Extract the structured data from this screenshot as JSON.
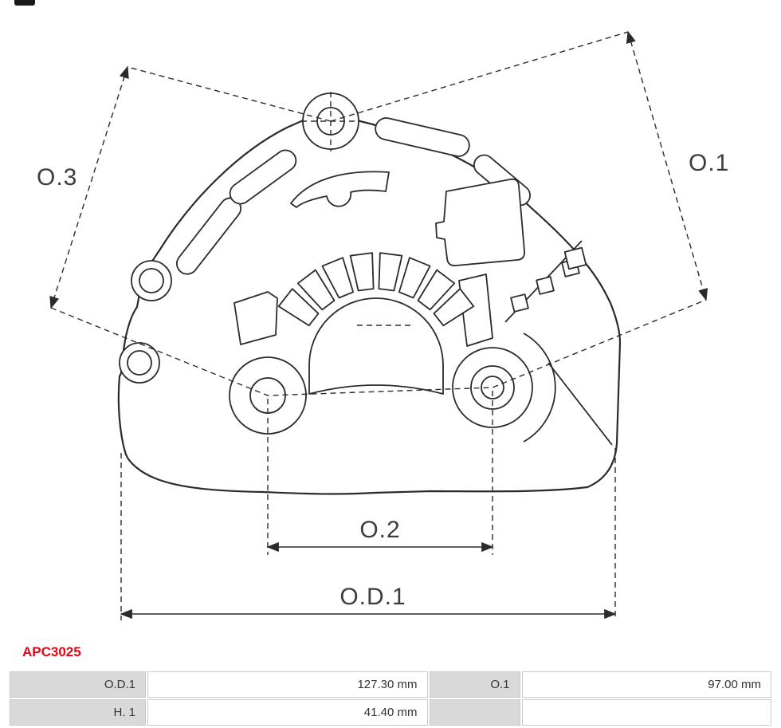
{
  "part": {
    "code": "APC3025"
  },
  "diagram": {
    "dimension_labels": {
      "o3": "O.3",
      "o1": "O.1",
      "o2": "O.2",
      "od1": "O.D.1"
    }
  },
  "specs_table": {
    "rows": [
      {
        "label": "O.D.1",
        "value": "127.30 mm",
        "label2": "O.1",
        "value2": "97.00 mm"
      },
      {
        "label": "H. 1",
        "value": "41.40 mm",
        "label2": "",
        "value2": ""
      }
    ]
  },
  "colors": {
    "part_code_red": "#e30613",
    "drawing_line": "#2b2b2b",
    "dim_label_text": "#3d3d3d",
    "table_label_bg": "#d9d9d9",
    "table_border": "#c9c9c9"
  }
}
